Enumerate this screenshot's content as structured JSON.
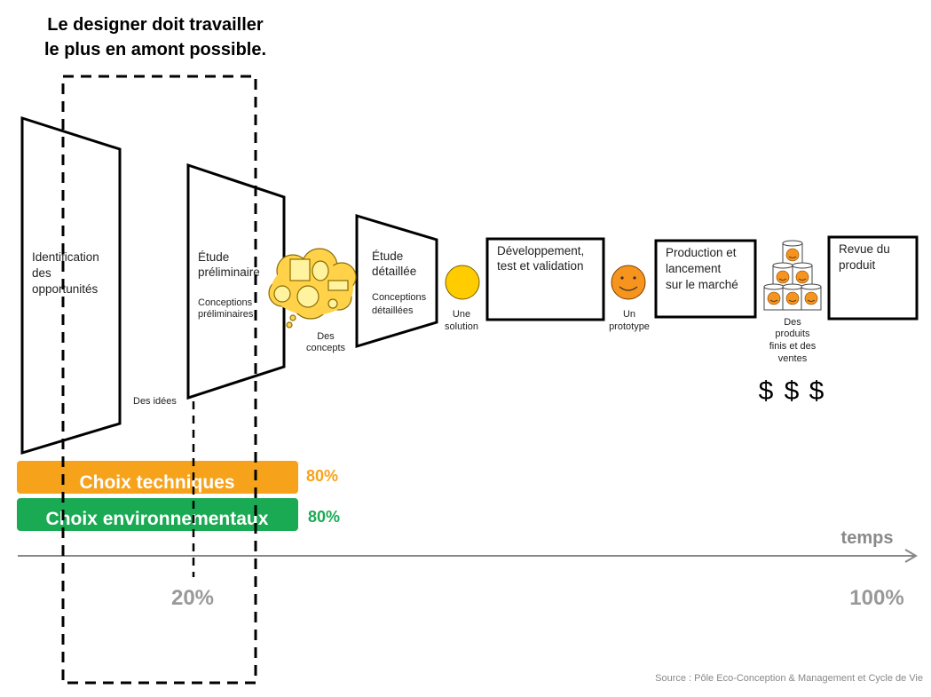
{
  "title": {
    "line1": "Le designer doit travailler",
    "line2": "le plus en amont possible."
  },
  "stages": {
    "identification": [
      "Identification",
      "des",
      "opportunités"
    ],
    "etude_prelim": [
      "Étude",
      "préliminaire"
    ],
    "etude_prelim_sub": [
      "Conceptions",
      "préliminaires"
    ],
    "etude_detail": [
      "Étude",
      "détaillée"
    ],
    "etude_detail_sub": [
      "Conceptions",
      "détaillées"
    ],
    "developpement": [
      "Développement,",
      "test et validation"
    ],
    "production": [
      "Production et",
      "lancement",
      "sur le marché"
    ],
    "revue": [
      "Revue du",
      "produit"
    ]
  },
  "outputs": {
    "idees": "Des idées",
    "concepts": [
      "Des",
      "concepts"
    ],
    "solution": [
      "Une",
      "solution"
    ],
    "prototype": [
      "Un",
      "prototype"
    ],
    "produits": [
      "Des",
      "produits",
      "finis et des",
      "ventes"
    ],
    "dollars": [
      "$",
      "$",
      "$"
    ]
  },
  "bars": {
    "techniques": {
      "label": "Choix techniques",
      "value": "80%",
      "color": "#F7A21B"
    },
    "environnementaux": {
      "label": "Choix environnementaux",
      "value": "80%",
      "color": "#1BAA54"
    }
  },
  "axis": {
    "label": "temps",
    "start_pct": "20%",
    "end_pct": "100%"
  },
  "source": "Source : Pôle Eco-Conception & Management et Cycle de Vie"
}
